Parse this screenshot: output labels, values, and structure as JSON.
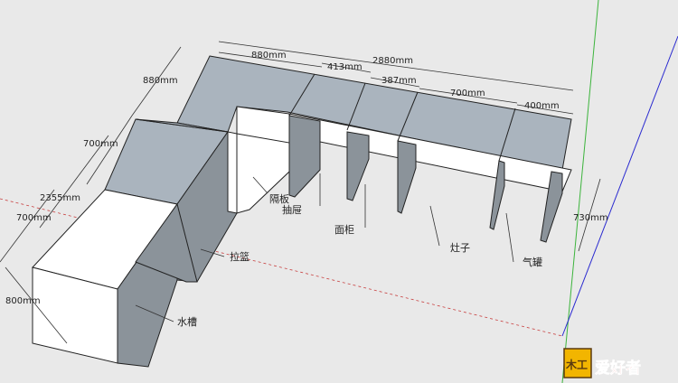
{
  "dimensions": {
    "top_880": "880mm",
    "top_413": "413mm",
    "top_2880": "2880mm",
    "top_387": "387mm",
    "top_700": "700mm",
    "top_400": "400mm",
    "left_880": "880mm",
    "left_700": "700mm",
    "left_2355": "2355mm",
    "left_700b": "700mm",
    "left_800": "800mm",
    "right_730": "730mm"
  },
  "labels": {
    "partition": "隔板",
    "drawer": "抽屉",
    "face_cabinet": "面柜",
    "pull_basket": "拉篮",
    "stove": "灶子",
    "gas_tank": "气罐",
    "sink": "水槽"
  },
  "watermark": {
    "glyph": "木工",
    "text": "爱好者"
  },
  "colors": {
    "background": "#e9e9e9",
    "top_surface": "#aab4be",
    "front_face": "#ffffff",
    "side_face": "#8b939a",
    "axis_green": "#3cb43c",
    "axis_blue": "#2a2ad0",
    "axis_red": "#c84040"
  }
}
